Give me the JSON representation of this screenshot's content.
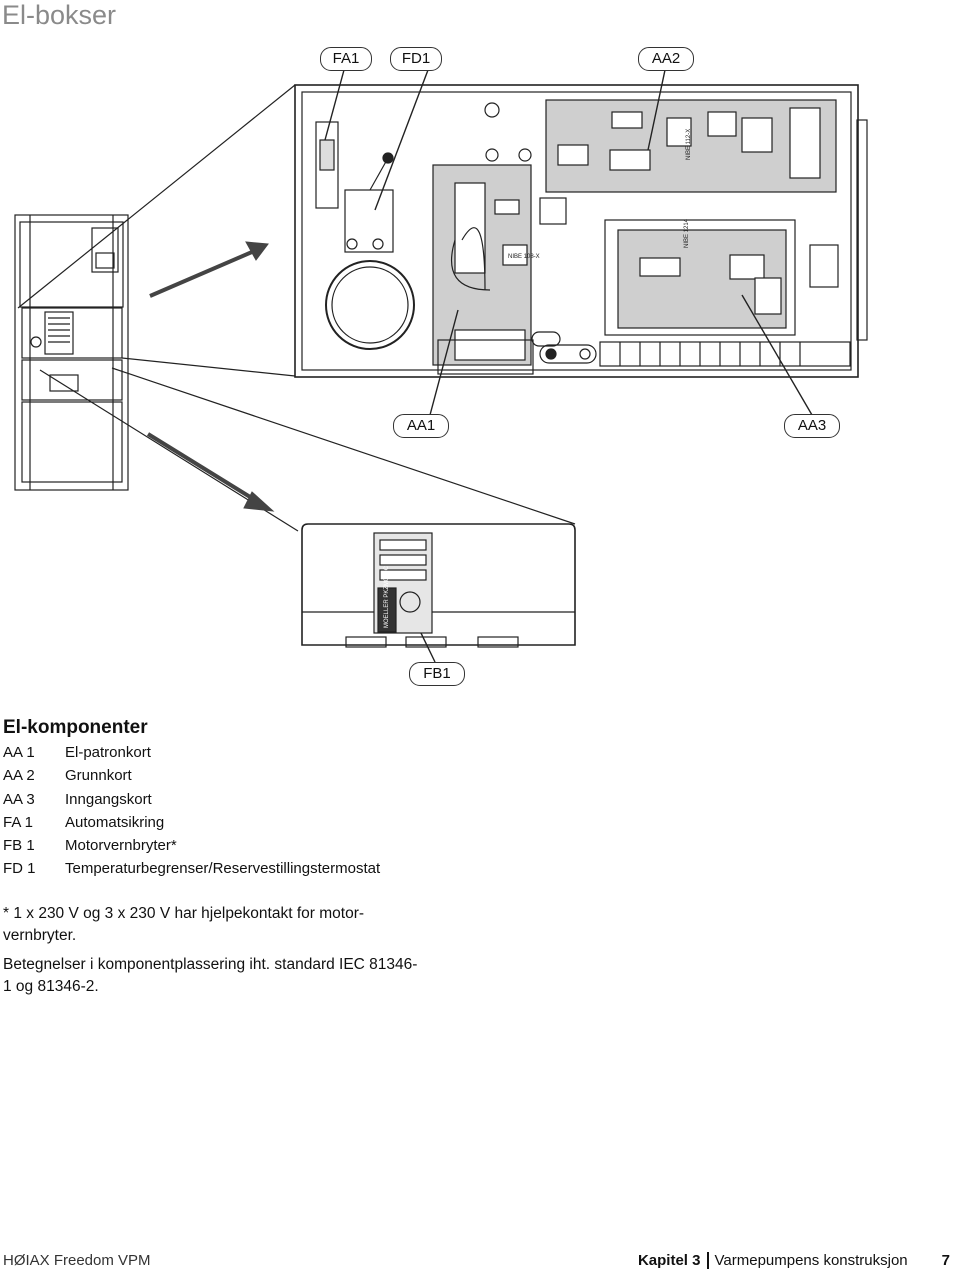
{
  "page_title": "El-bokser",
  "callouts": {
    "fa1": "FA1",
    "fd1": "FD1",
    "aa2": "AA2",
    "aa1": "AA1",
    "aa3": "AA3",
    "fb1": "FB1"
  },
  "legend": {
    "title": "El-komponenter",
    "items": [
      {
        "code": "AA 1",
        "label": "El-patronkort"
      },
      {
        "code": "AA 2",
        "label": "Grunnkort"
      },
      {
        "code": "AA 3",
        "label": "Inngangskort"
      },
      {
        "code": "FA 1",
        "label": "Automatsikring"
      },
      {
        "code": "FB 1",
        "label": "Motorvernbryter*"
      },
      {
        "code": "FD 1",
        "label": "Temperaturbegrenser/Reservestillingstermostat"
      }
    ]
  },
  "notes": {
    "footnote": "* 1 x 230 V og 3 x 230 V har hjelpekontakt for motor­vernbryter.",
    "standard": "Betegnelser i komponentplassering iht. standard IEC 81346-1 og 81346-2."
  },
  "board_labels": {
    "aa2_board": "NIBE 112-X",
    "aa1_board": "NIBE 108-X",
    "aa3_board": "NIBE 1214",
    "breaker": "MOELLER PKZM0-1-C"
  },
  "footer": {
    "product": "HØIAX Freedom VPM",
    "chapter": "Kapitel 3",
    "chapter_title": "Varmepumpens konstruksjon",
    "page": "7"
  }
}
